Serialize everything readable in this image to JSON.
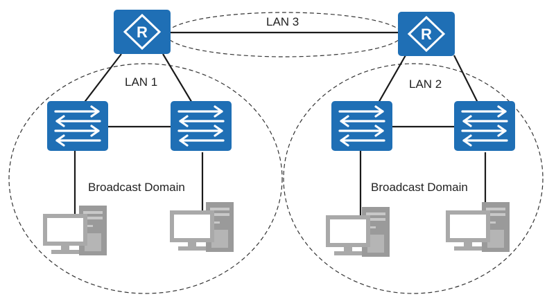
{
  "labels": {
    "lan1": "LAN 1",
    "lan2": "LAN 2",
    "lan3": "LAN 3",
    "domain_left": "Broadcast Domain",
    "domain_right": "Broadcast Domain",
    "router_glyph": "R"
  },
  "colors": {
    "device_blue": "#1f6fb5",
    "device_blue_dark": "#155a96",
    "pc_gray": "#a9a9a9",
    "pc_gray_dark": "#8c8c8c",
    "line": "#1a1a1a",
    "dashed": "#333333"
  },
  "icons": {
    "router": "router-icon",
    "switch": "switch-icon",
    "computer": "computer-icon"
  }
}
